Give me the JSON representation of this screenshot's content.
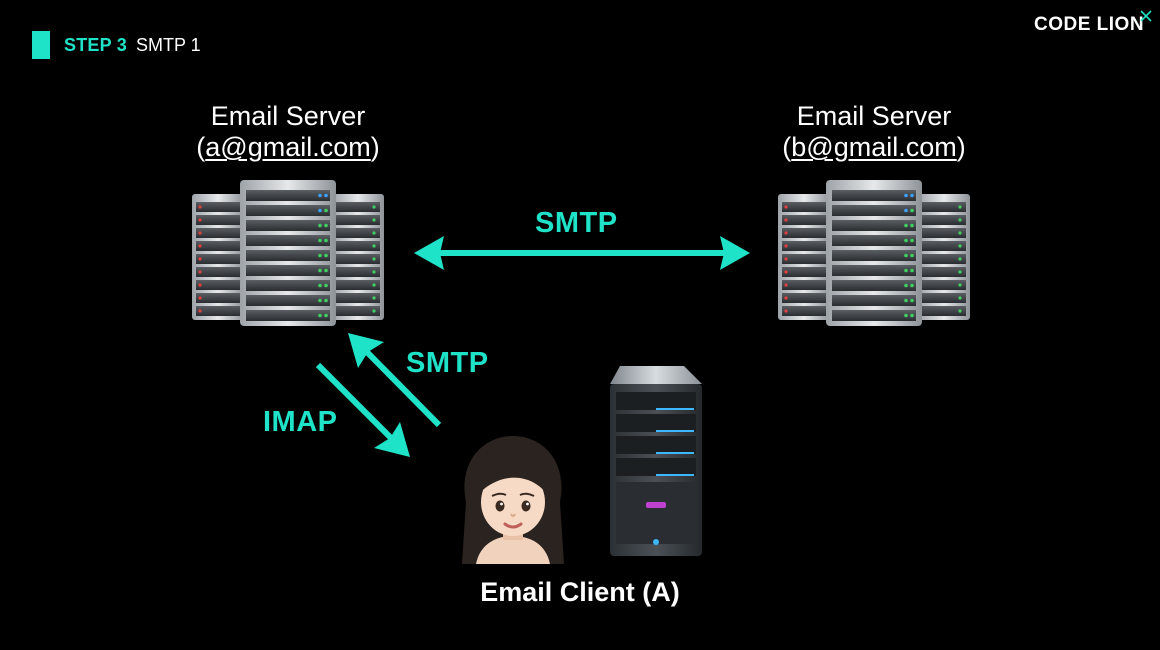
{
  "header": {
    "step_label": "STEP 3",
    "step_title": "SMTP 1",
    "logo": "CODE LION"
  },
  "servers": [
    {
      "title": "Email Server",
      "open": "(",
      "address": "a@gmail.com",
      "close": ")"
    },
    {
      "title": "Email Server",
      "open": "(",
      "address": "b@gmail.com",
      "close": ")"
    }
  ],
  "connections": {
    "server_to_server": "SMTP",
    "client_to_server": "SMTP",
    "server_to_client": "IMAP"
  },
  "client": {
    "caption": "Email Client (A)",
    "avatar": "woman-emoji-icon",
    "device": "server-tower-icon"
  },
  "colors": {
    "accent": "#1fe3c8",
    "background": "#000000",
    "text": "#ffffff"
  }
}
